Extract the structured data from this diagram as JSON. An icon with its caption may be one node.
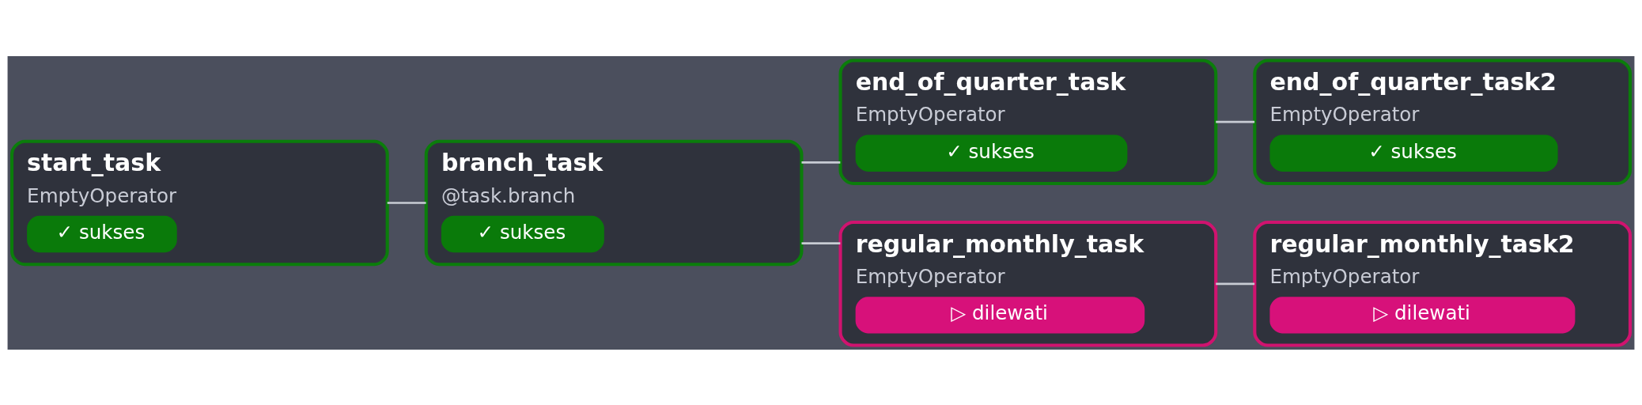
{
  "diagram": {
    "nodes": [
      {
        "text": [
          "start_task",
          "EmptyOperator",
          "✓ sukses"
        ]
      },
      {
        "text": [
          "branch_task",
          "@task.branch",
          "✓ sukses"
        ]
      },
      {
        "text": [
          "end_of_quarter_task",
          "EmptyOperator",
          "✓ sukses"
        ]
      },
      {
        "text": [
          "end_of_quarter_task2",
          "EmptyOperator",
          "✓ sukses"
        ]
      },
      {
        "text": [
          "regular_monthly_task",
          "EmptyOperator",
          "▷ dilewati"
        ]
      },
      {
        "text": [
          "regular_monthly_task2",
          "EmptyOperator",
          "▷ dilewati"
        ]
      }
    ],
    "edges": [
      {
        "from": 0,
        "to": 1,
        "arrow": "none"
      },
      {
        "from": 1,
        "to": 2,
        "arrow": "none"
      },
      {
        "from": 1,
        "to": 4,
        "arrow": "none"
      },
      {
        "from": 2,
        "to": 3,
        "arrow": "none"
      },
      {
        "from": 4,
        "to": 5,
        "arrow": "none"
      }
    ]
  }
}
